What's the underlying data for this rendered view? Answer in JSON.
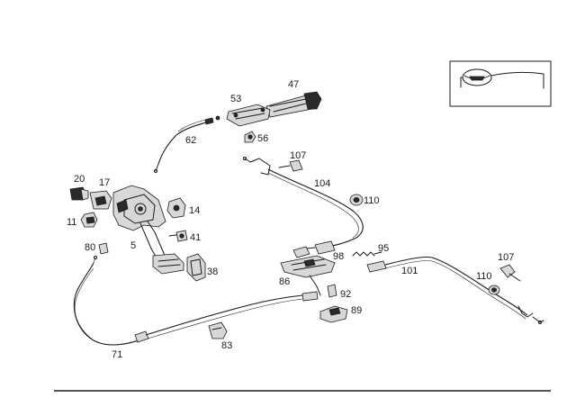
{
  "parts": {
    "p5": "5",
    "p11": "11",
    "p14": "14",
    "p17": "17",
    "p20": "20",
    "p38": "38",
    "p41": "41",
    "p47": "47",
    "p53": "53",
    "p56": "56",
    "p62": "62",
    "p71": "71",
    "p80": "80",
    "p83": "83",
    "p86": "86",
    "p89": "89",
    "p92": "92",
    "p95": "95",
    "p98": "98",
    "p101": "101",
    "p104": "104",
    "p107a": "107",
    "p107b": "107",
    "p110a": "110",
    "p110b": "110"
  },
  "icons": {
    "inset": "steering-wheel-icon"
  }
}
